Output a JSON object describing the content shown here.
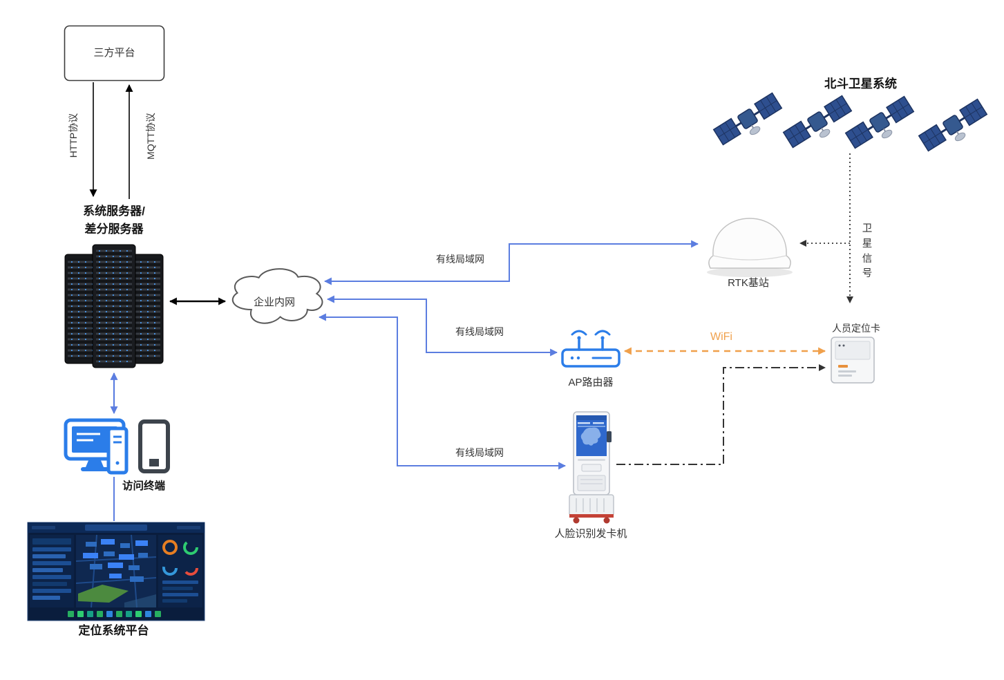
{
  "labels": {
    "third_party_platform": "三方平台",
    "http_protocol": "HTTP协议",
    "mqtt_protocol": "MQTT协议",
    "system_server_line1": "系统服务器/",
    "system_server_line2": "差分服务器",
    "enterprise_intranet": "企业内网",
    "wired_lan_rtk": "有线局域网",
    "wired_lan_ap": "有线局域网",
    "wired_lan_face": "有线局域网",
    "rtk_base_station": "RTK基站",
    "beidou_satellite_system": "北斗卫星系统",
    "satellite_signal": "卫星信号",
    "personnel_positioning_card": "人员定位卡",
    "ap_router": "AP路由器",
    "wifi": "WiFi",
    "face_recognition_card_machine": "人脸识别发卡机",
    "access_terminal": "访问终端",
    "positioning_system_platform": "定位系统平台"
  },
  "colors": {
    "lan_line_blue": "#5b7de0",
    "wifi_orange": "#f0a04b",
    "arrow_black": "#000000",
    "dashdot_dark": "#333333",
    "router_blue": "#2b7de9",
    "satellite_navy": "#2e4f8f"
  },
  "icons": {
    "server_rack": "server-rack-icon",
    "cloud": "cloud-icon",
    "satellite": "satellite-icon",
    "rtk_dome": "rtk-dome-icon",
    "ap_router": "ap-router-icon",
    "personnel_card": "personnel-card-icon",
    "face_kiosk": "face-recognition-kiosk-icon",
    "desktop_computer": "desktop-computer-icon",
    "tablet": "tablet-icon",
    "dashboard": "dashboard-screenshot-thumbnail"
  },
  "connections": [
    {
      "from": "三方平台",
      "to": "系统服务器/差分服务器",
      "label": "HTTP协议",
      "style": "black-arrow"
    },
    {
      "from": "系统服务器/差分服务器",
      "to": "三方平台",
      "label": "MQTT协议",
      "style": "black-arrow"
    },
    {
      "from": "系统服务器/差分服务器",
      "to": "企业内网",
      "label": "",
      "style": "black-double-arrow"
    },
    {
      "from": "企业内网",
      "to": "RTK基站",
      "label": "有线局域网",
      "style": "blue-solid"
    },
    {
      "from": "企业内网",
      "to": "AP路由器",
      "label": "有线局域网",
      "style": "blue-solid"
    },
    {
      "from": "企业内网",
      "to": "人脸识别发卡机",
      "label": "有线局域网",
      "style": "blue-solid"
    },
    {
      "from": "北斗卫星系统",
      "to": "RTK基站",
      "label": "",
      "style": "dotted"
    },
    {
      "from": "北斗卫星系统",
      "to": "人员定位卡",
      "label": "卫星信号",
      "style": "dotted"
    },
    {
      "from": "AP路由器",
      "to": "人员定位卡",
      "label": "WiFi",
      "style": "orange-dashed-double-arrow"
    },
    {
      "from": "人脸识别发卡机",
      "to": "人员定位卡",
      "label": "",
      "style": "dash-dot"
    },
    {
      "from": "系统服务器/差分服务器",
      "to": "访问终端",
      "label": "",
      "style": "blue-double-arrow"
    },
    {
      "from": "访问终端",
      "to": "定位系统平台",
      "label": "",
      "style": "blue-line"
    }
  ]
}
